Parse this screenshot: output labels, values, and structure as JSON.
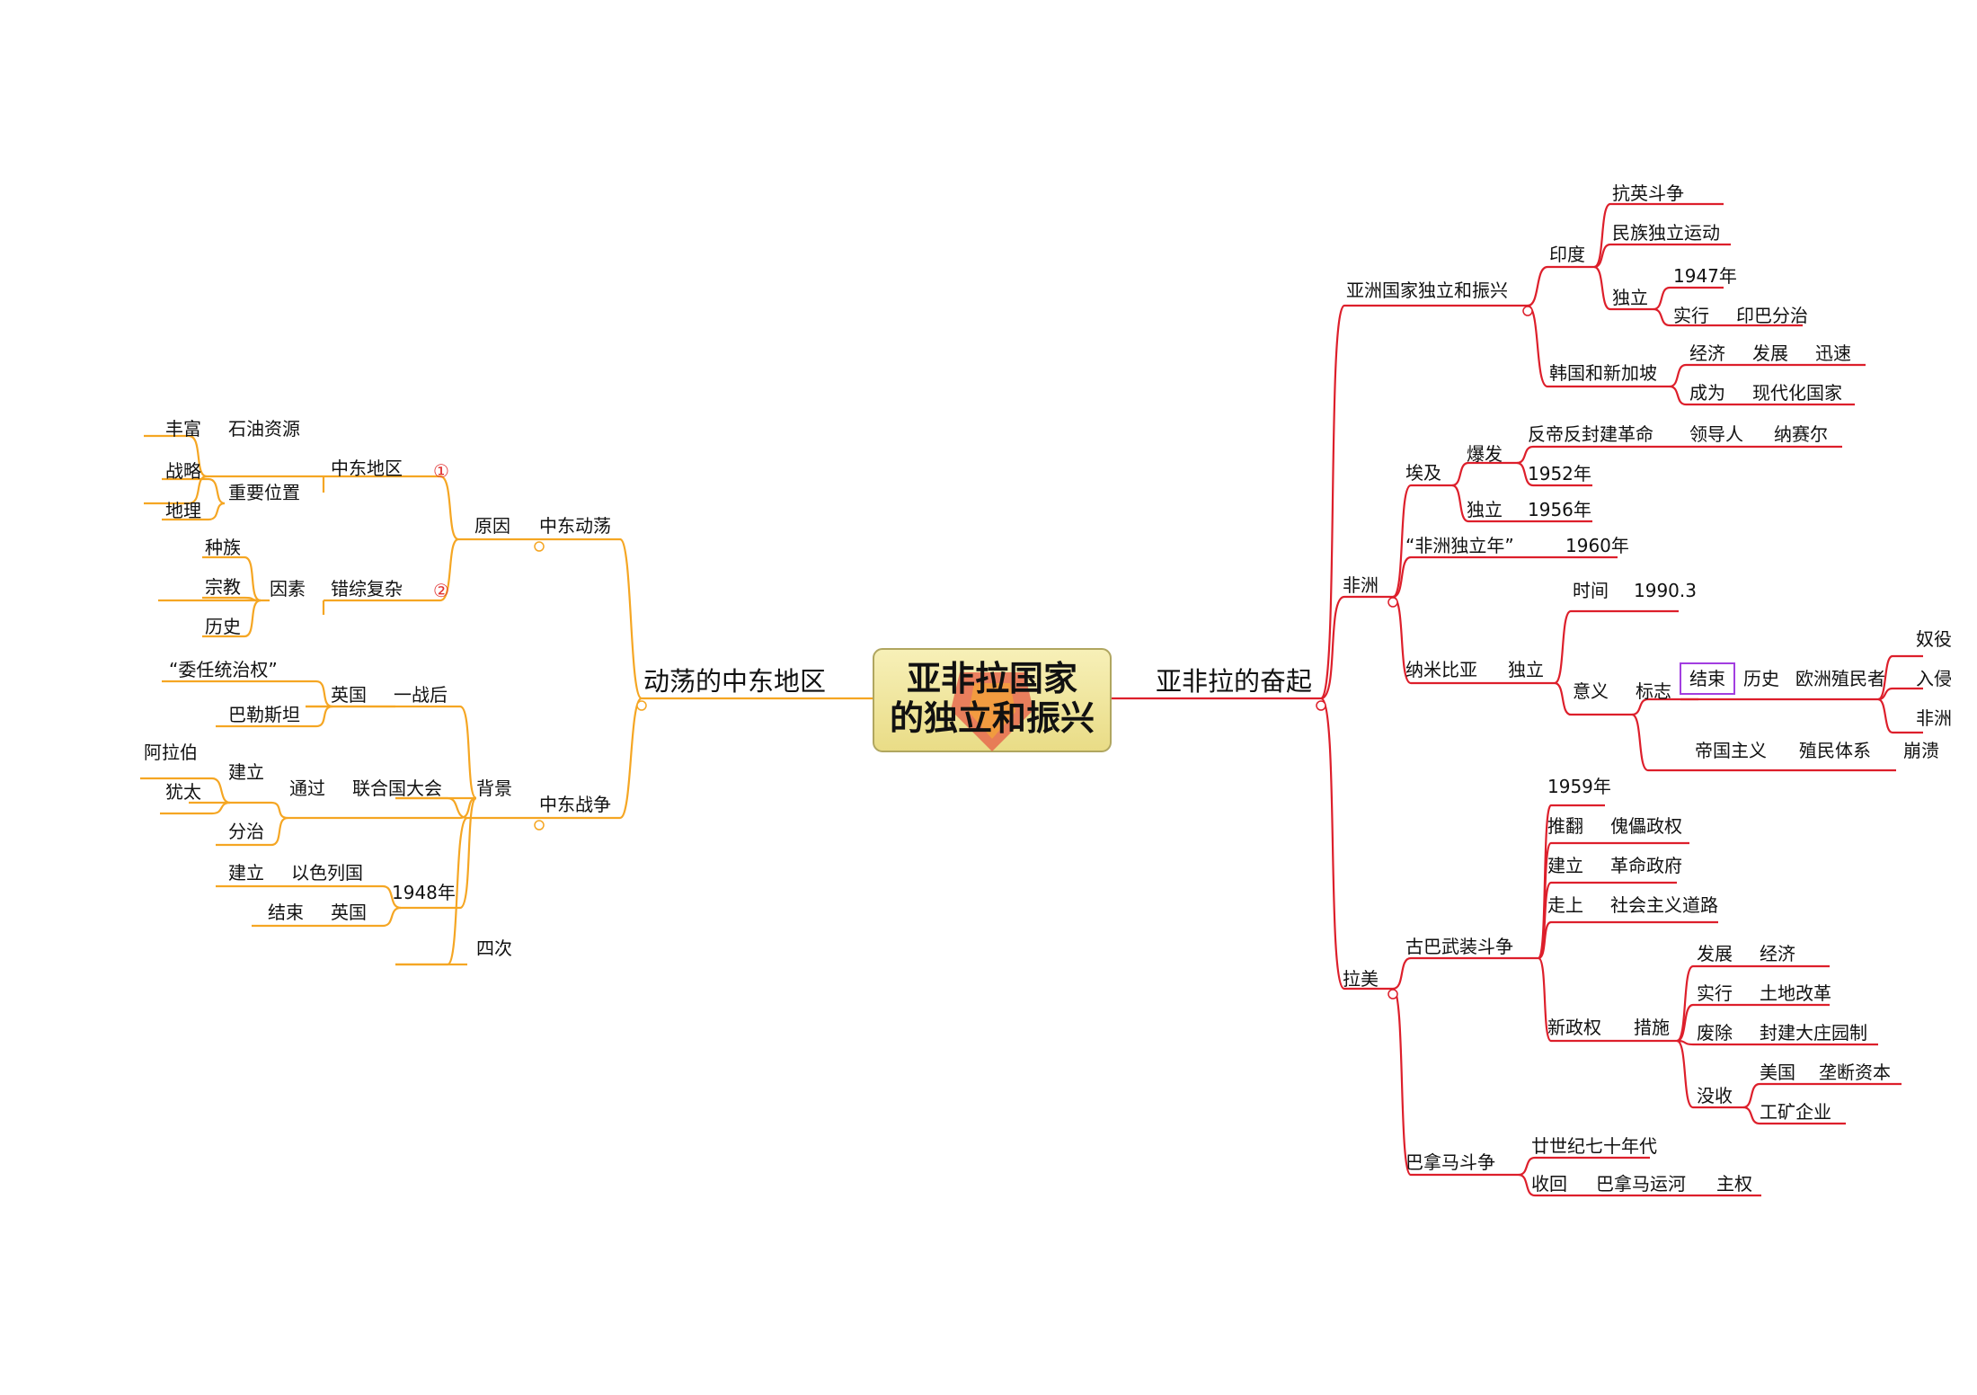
{
  "center": {
    "line1": "亚非拉国家",
    "line2": "的独立和振兴"
  },
  "colors": {
    "left_branch": "#f5a623",
    "right_branch": "#dd1f2b",
    "circle_mark": "#e03030",
    "green_text": "#2e8b3a",
    "highlight_box": "#a23ee0"
  },
  "left": {
    "title": "动荡的中东地区",
    "dongdang": "中东动荡",
    "yuanyin": "原因",
    "zhongdong_diqu": "中东地区",
    "mark1": "①",
    "fengfu": "丰富",
    "shiyou": "石油资源",
    "zhongyao": "重要位置",
    "zhanlue": "战略",
    "dili": "地理",
    "cuozong": "错综复杂",
    "mark2": "②",
    "yinsu": "因素",
    "zhongzu": "种族",
    "zongjiao": "宗教",
    "lishi": "历史",
    "zhanzheng": "中东战争",
    "beijing": "背景",
    "siCi": "四次",
    "yingguo1": "英国",
    "yizhanhou": "一战后",
    "weiren": "“委任统治权”",
    "balesitan": "巴勒斯坦",
    "tongguo": "通过",
    "lianheguo": "联合国大会",
    "jianli1": "建立",
    "alabo": "阿拉伯",
    "youtai": "犹太",
    "fenzhi": "分治",
    "y1948": "1948年",
    "jianli2": "建立",
    "yiselie": "以色列国",
    "jieshu1": "结束",
    "yingguo2": "英国"
  },
  "right": {
    "title": "亚非拉的奋起",
    "asia": "亚洲国家独立和振兴",
    "yindu": "印度",
    "kangying": "抗英斗争",
    "minzu": "民族独立运动",
    "duli1": "独立",
    "y1947": "1947年",
    "shixing1": "实行",
    "yinba": "印巴分治",
    "hanguo": "韩国和新加坡",
    "jingji1": "经济",
    "fazhan1": "发展",
    "xunsu": "迅速",
    "chengwei": "成为",
    "xiandaihua": "现代化国家",
    "africa": "非洲",
    "aiji": "埃及",
    "baofa": "爆发",
    "fandi": "反帝反封建革命",
    "lingdao": "领导人",
    "nasaier": "纳赛尔",
    "y1952": "1952年",
    "duli2": "独立",
    "y1956": "1956年",
    "feizhounian": "“非洲独立年”",
    "y1960": "1960年",
    "namibiya": "纳米比亚",
    "duli3": "独立",
    "shijian": "时间",
    "y1990": "1990.3",
    "yiyi": "意义",
    "biaozhi": "标志",
    "jieshu2": "结束",
    "lishi2": "历史",
    "ouzhou": "欧洲殖民者",
    "nuyi": "奴役",
    "ruqin": "入侵",
    "feizhou2": "非洲",
    "diguo": "帝国主义",
    "zhimin": "殖民体系",
    "bengkui": "崩溃",
    "latin": "拉美",
    "guba": "古巴武装斗争",
    "y1959": "1959年",
    "tuifan": "推翻",
    "kuilei": "傀儡政权",
    "jianli3": "建立",
    "geming": "革命政府",
    "zoushang": "走上",
    "shehui": "社会主义道路",
    "xinzhengquan": "新政权",
    "cuoshi": "措施",
    "fazhan2": "发展",
    "jingji2": "经济",
    "shixing2": "实行",
    "tudi": "土地改革",
    "feichu": "废除",
    "fengjian": "封建大庄园制",
    "moshou": "没收",
    "meiguo": "美国",
    "longduan": "垄断资本",
    "gongkuang": "工矿企业",
    "banama": "巴拿马斗争",
    "niandai": "廿世纪七十年代",
    "shouhui": "收回",
    "yunhe": "巴拿马运河",
    "zhuquan": "主权"
  }
}
